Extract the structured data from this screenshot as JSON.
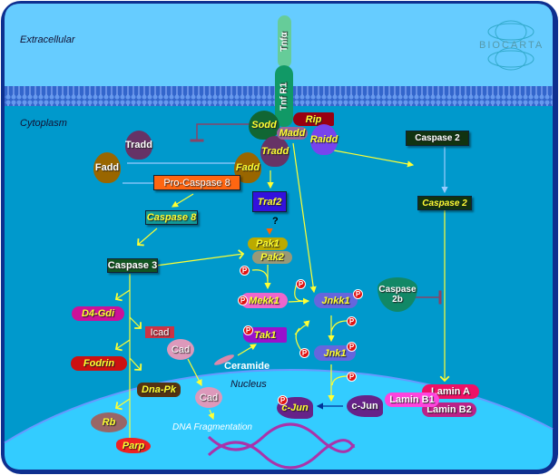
{
  "compartments": {
    "extracellular": "Extracellular",
    "cytoplasm": "Cytoplasm",
    "nucleus": "Nucleus"
  },
  "logo": "BioCarta",
  "nodes": {
    "tnfa": "Tnfα",
    "tnfr1": "Tnf R1",
    "sodd": "Sodd",
    "rip": "Rip",
    "madd": "Madd",
    "raidd": "Raidd",
    "tradd_complex": "Tradd",
    "fadd_complex": "Fadd",
    "tradd": "Tradd",
    "fadd": "Fadd",
    "pro_caspase8": "Pro-Caspase 8",
    "caspase8": "Caspase 8",
    "caspase3": "Caspase 3",
    "traf2": "Traf2",
    "unknown": "?",
    "pak1": "Pak1",
    "pak2": "Pak2",
    "caspase2": "Caspase 2",
    "caspase2_active": "Caspase 2",
    "caspase2b": "Caspase 2b",
    "mekk1": "Mekk1",
    "jnkk1": "Jnkk1",
    "tak1": "Tak1",
    "jnk1": "Jnk1",
    "ceramide": "Ceramide",
    "d4gdi": "D4-Gdi",
    "fodrin": "Fodrin",
    "icad": "Icad",
    "cad": "Cad",
    "dnapk": "Dna-Pk",
    "rb": "Rb",
    "parp": "Parp",
    "cad_nucleus": "Cad",
    "dna_fragmentation": "DNA Fragmentation",
    "cjun_p": "c-Jun",
    "cjun": "c-Jun",
    "lamin_a": "Lamin A",
    "lamin_b1": "Lamin B1",
    "lamin_b2": "Lamin B2"
  },
  "phospho": "P"
}
